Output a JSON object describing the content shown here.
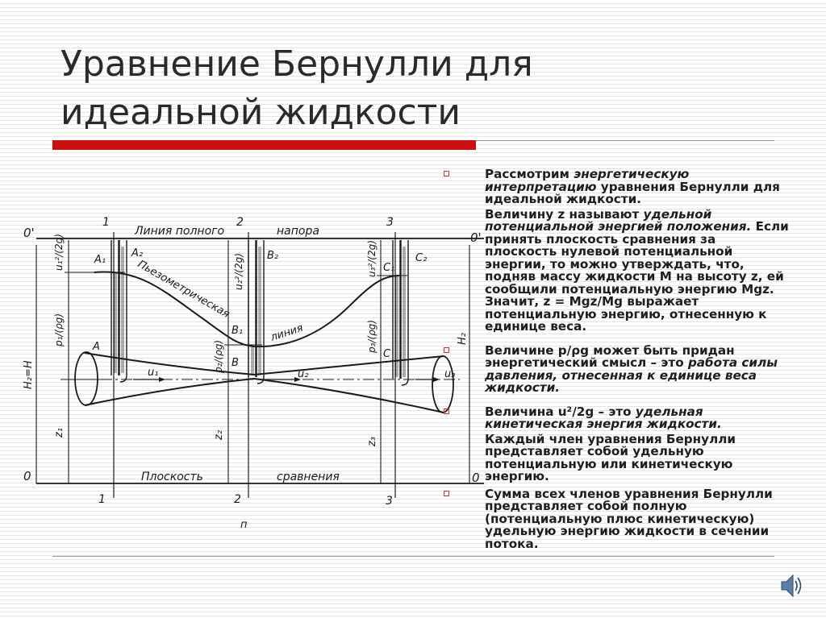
{
  "title": {
    "line1": "Уравнение Бернулли для",
    "line2": "идеальной жидкости"
  },
  "bullets": [
    {
      "paragraphs": [
        [
          {
            "t": "Рассмотрим "
          },
          {
            "t": "энергетическую интерпретацию",
            "i": true
          },
          {
            "t": " уравнения Бернулли для идеальной жидкости."
          }
        ],
        [
          {
            "t": "Величину  z  называют "
          },
          {
            "t": "удельной потенциальной энергией положения.",
            "i": true
          },
          {
            "t": " Если принять плоскость сравнения за плоскость нулевой потенциальной энергии, то можно утверждать, что, подняв массу жидкости  M на высоту  z, ей сообщили потенциальную энергию Mgz. Значит,  z = Mgz/Mg  выражает потенциальную энергию, отнесенную к единице веса."
          }
        ]
      ]
    },
    {
      "paragraphs": [
        [
          {
            "t": "Величине   p/ρg  может быть придан энергетический смысл – это "
          },
          {
            "t": "работа силы давления, отнесенная к единице веса жидкости.",
            "i": true
          }
        ]
      ]
    },
    {
      "paragraphs": [
        [
          {
            "t": "Величина  u²/2g – это "
          },
          {
            "t": "удельная кинетическая энергия жидкости.",
            "i": true
          }
        ],
        [
          {
            "t": "Каждый член уравнения Бернулли представляет собой удельную потенциальную или кинетическую энергию."
          }
        ]
      ]
    },
    {
      "paragraphs": [
        [
          {
            "t": "Сумма всех членов уравнения Бернулли представляет собой полную (потенциальную плюс кинетическую) удельную энергию жидкости в сечении потока."
          }
        ]
      ]
    }
  ],
  "diagram": {
    "labels": {
      "o_prime_left": "0'",
      "o_prime_right": "0'",
      "o_left": "0",
      "o_right": "0",
      "sec1_top": "1",
      "sec2_top": "2",
      "sec3_top": "3",
      "sec1_bottom": "1",
      "sec2_bottom": "2",
      "sec3_bottom": "3",
      "total_head_1": "Линия полного",
      "total_head_2": "напора",
      "piezo_1": "Пьезометрическая",
      "piezo_2": "линия",
      "plane_1": "Плоскость",
      "plane_2": "сравнения",
      "A1": "A₁",
      "A2": "A₂",
      "A": "A",
      "B1": "B₁",
      "B2": "B₂",
      "B": "B",
      "C1": "C₁",
      "C2": "C₂",
      "C": "C",
      "u1": "u₁",
      "u2": "u₂",
      "u3": "u₃",
      "vel1": "u₁²/(2g)",
      "vel2": "u₂²/(2g)",
      "vel3": "u₃²/(2g)",
      "pres1": "p₁/(ρg)",
      "pres2": "p₂/(ρg)",
      "pres3": "p₃/(ρg)",
      "z1": "z₁",
      "z2": "z₂",
      "z3": "z₃",
      "H_left": "H₂=H",
      "H_right": "H₂",
      "caption": "п"
    }
  },
  "colors": {
    "accent_red": "#cc1010",
    "bullet_marker": "#c0392b",
    "text": "#1e1e1e"
  },
  "icons": {
    "bullet": "hollow-square",
    "sound": "speaker-icon"
  }
}
